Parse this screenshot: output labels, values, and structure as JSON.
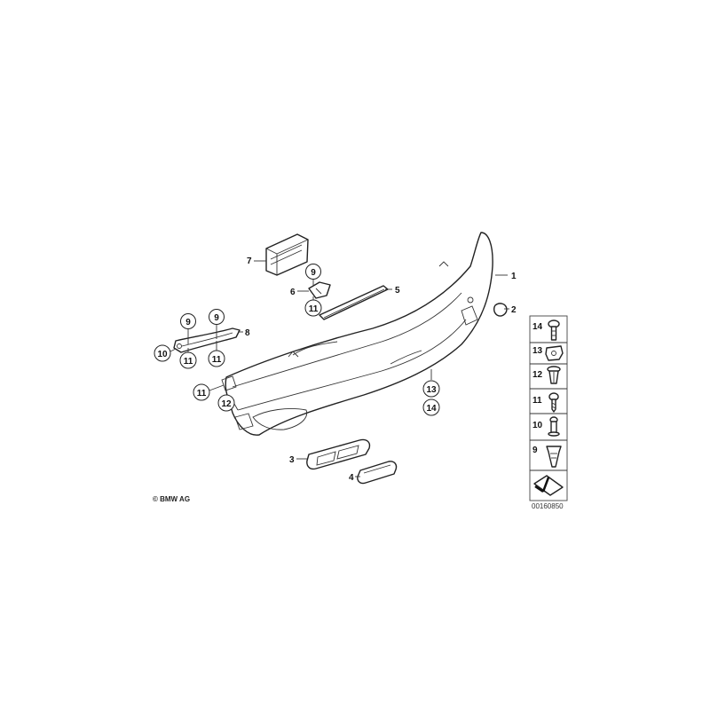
{
  "copyright": "© BMW AG",
  "diagram_id": "00160850",
  "callouts": {
    "c1": "1",
    "c2": "2",
    "c3": "3",
    "c4": "4",
    "c5": "5",
    "c6": "6",
    "c7": "7",
    "c8": "8",
    "c9a": "9",
    "c9b": "9",
    "c9c": "9",
    "c10": "10",
    "c11a": "11",
    "c11b": "11",
    "c11c": "11",
    "c11d": "11",
    "c12": "12",
    "c13": "13",
    "c14": "14"
  },
  "legend": {
    "r14": "14",
    "r13": "13",
    "r12": "12",
    "r11": "11",
    "r10": "10",
    "r9": "9"
  }
}
